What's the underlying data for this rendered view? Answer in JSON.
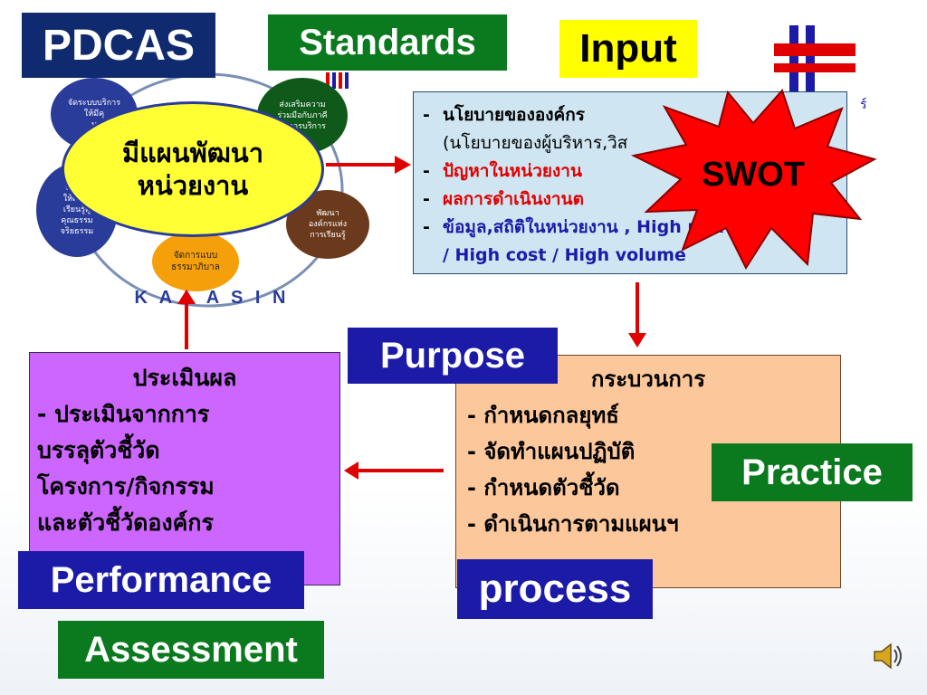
{
  "colors": {
    "navy": "#0f2a6e",
    "blue": "#1b1ba8",
    "green": "#0b7a1e",
    "yellow": "#ffff00",
    "red": "#e00000",
    "input_box_bg": "#cfe6f2",
    "eval_box_bg": "#cc66ff",
    "process_box_bg": "#fcc89b",
    "ellipse_fill": "#ffff33"
  },
  "tags": {
    "pdcas": "PDCAS",
    "standards": "Standards",
    "input": "Input",
    "purpose": "Purpose",
    "practice": "Practice",
    "performance": "Performance",
    "process": "process",
    "assessment": "Assessment",
    "swot": "SWOT"
  },
  "logo": {
    "center_title_line1": "มีแผนพัฒนา",
    "center_title_line2": "หน่วยงาน",
    "kalasin": "K A L A S I N",
    "petal_top_left": [
      "จัดระบบบริการ",
      "ให้มีคุ",
      "บ"
    ],
    "petal_top_right": [
      "ส่งเสริมความ",
      "ร่วมมือกับภาคี",
      "ในการบริการ"
    ],
    "petal_left": [
      "พัฒนา",
      "ให้เป็นผู้",
      "เรียนรู้คู่",
      "คุณธรรม",
      "จริยธรรม"
    ],
    "petal_right": [
      "พัฒนา",
      "องค์กรแห่ง",
      "การเรียนรู้"
    ],
    "petal_bottom": [
      "จัดการแบบ",
      "ธรรมาภิบาล"
    ]
  },
  "input_box": {
    "line1": "นโยบายขององค์กร",
    "line2": "(นโยบายของผู้บริหาร,วิส",
    "line3": "ปัญหาในหน่วยงาน",
    "line4": "ผลการดำเนินงานต",
    "line5": "ข้อมูล,สถิติในหน่วยงาน , High risk",
    "line6": "/ High cost / High volume"
  },
  "eval_box": {
    "title": "ประเมินผล",
    "line1": "- ประเมินจากการ",
    "line2": "บรรลุตัวชี้วัด",
    "line3": "โครงการ/กิจกรรม",
    "line4": "และตัวชี้วัดองค์กร"
  },
  "process_box": {
    "title": "กระบวนการ",
    "line1": "- กำหนดกลยุทธ์",
    "line2": "- จัดทำแผนปฏิบัติ",
    "line3": "- กำหนดตัวชี้วัด",
    "line4": "- ดำเนินการตามแผนฯ"
  },
  "speaker_icon": "speaker-icon"
}
